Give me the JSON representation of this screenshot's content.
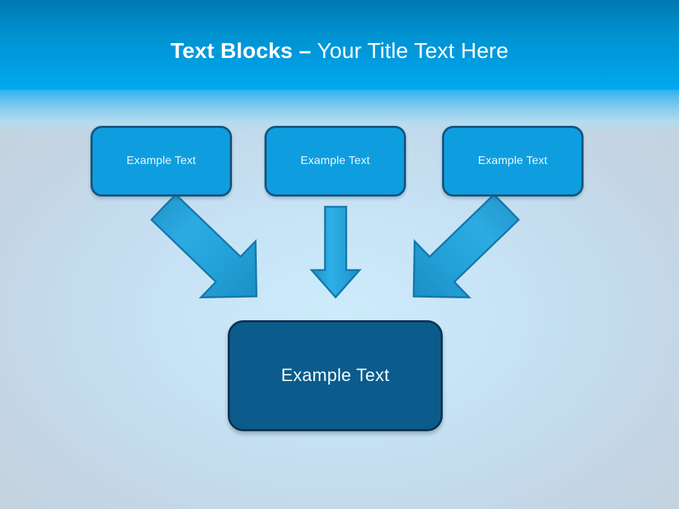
{
  "slide": {
    "title": {
      "bold_part": "Text Blocks –",
      "light_part": " Your Title Text Here",
      "full": "Text Blocks – Your Title Text Here"
    },
    "colors": {
      "header_top": "#0077b0",
      "header_bottom": "#01a9ef",
      "background_center": "#ccebfb",
      "background_edge": "#c5d2dd",
      "box_fill": "#0e9ee0",
      "box_border": "#14557f",
      "result_fill": "#0b5c8c",
      "result_border": "#10324e",
      "arrow_fill": "#1ba3dd",
      "arrow_border": "#1277a8",
      "title_text": "#ffffff",
      "box_text": "#eaf7ff"
    }
  },
  "top_boxes": [
    {
      "label": "Example Text"
    },
    {
      "label": "Example Text"
    },
    {
      "label": "Example Text"
    }
  ],
  "arrows": [
    {
      "name": "arrow-left-diagonal",
      "direction": "down-right"
    },
    {
      "name": "arrow-middle-down",
      "direction": "down"
    },
    {
      "name": "arrow-right-diagonal",
      "direction": "down-left"
    }
  ],
  "result_box": {
    "label": "Example Text"
  }
}
